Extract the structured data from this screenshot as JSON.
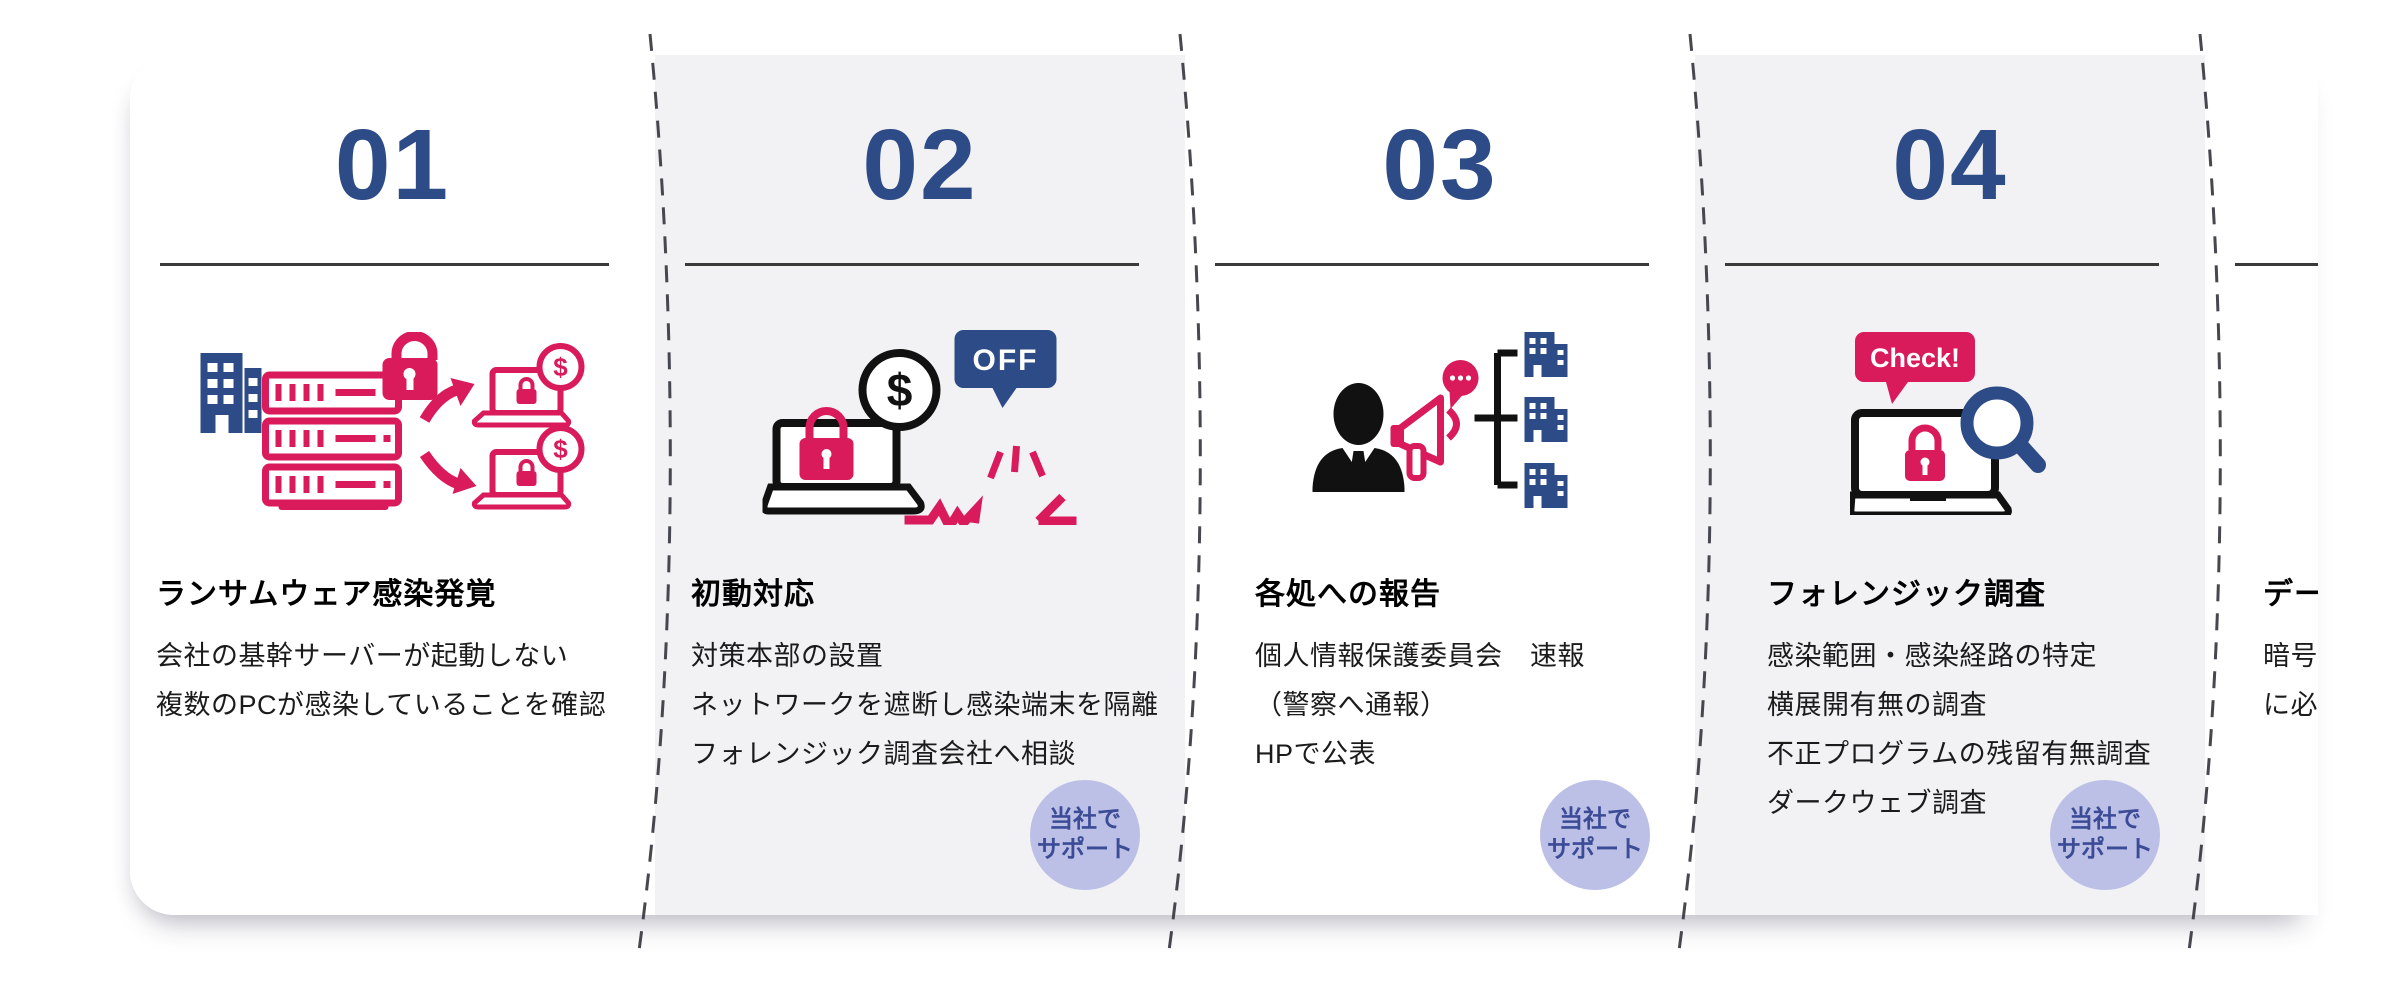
{
  "figure": {
    "type": "process-flow-infographic",
    "language": "ja",
    "background": "#ffffff"
  },
  "colors": {
    "number_navy": "#2d4b87",
    "accent_pink": "#d91a5b",
    "icon_black": "#111111",
    "card_gray": "#f2f2f4",
    "badge_bg": "#bcc0e6",
    "badge_text": "#3b4b96",
    "dash_line": "#474750",
    "rule": "#3a3a3a"
  },
  "badge": {
    "line1": "当社で",
    "line2": "サポート"
  },
  "steps": [
    {
      "number": "01",
      "title": "ランサムウェア感染発覚",
      "lines": [
        "会社の基幹サーバーが起動しない",
        "複数のPCが感染していることを確認"
      ],
      "icon": "ransomware-infection",
      "icon_text": {
        "dollar": "$"
      },
      "has_badge": false
    },
    {
      "number": "02",
      "title": "初動対応",
      "lines": [
        "対策本部の設置",
        "ネットワークを遮断し感染端末を隔離",
        "フォレンジック調査会社へ相談"
      ],
      "icon": "initial-response-disconnect",
      "icon_text": {
        "off": "OFF",
        "dollar": "$"
      },
      "has_badge": true
    },
    {
      "number": "03",
      "title": "各処への報告",
      "lines": [
        "個人情報保護委員会　速報",
        "（警察へ通報）",
        "HPで公表"
      ],
      "icon": "reporting-megaphone",
      "has_badge": true
    },
    {
      "number": "04",
      "title": "フォレンジック調査",
      "lines": [
        "感染範囲・感染経路の特定",
        "横展開有無の調査",
        "不正プログラムの残留有無調査",
        "ダークウェブ調査"
      ],
      "icon": "forensic-investigation",
      "icon_text": {
        "check": "Check!"
      },
      "has_badge": true
    },
    {
      "title": "デー",
      "lines": [
        "暗号",
        "に必"
      ],
      "partial": true,
      "has_badge": false
    }
  ]
}
